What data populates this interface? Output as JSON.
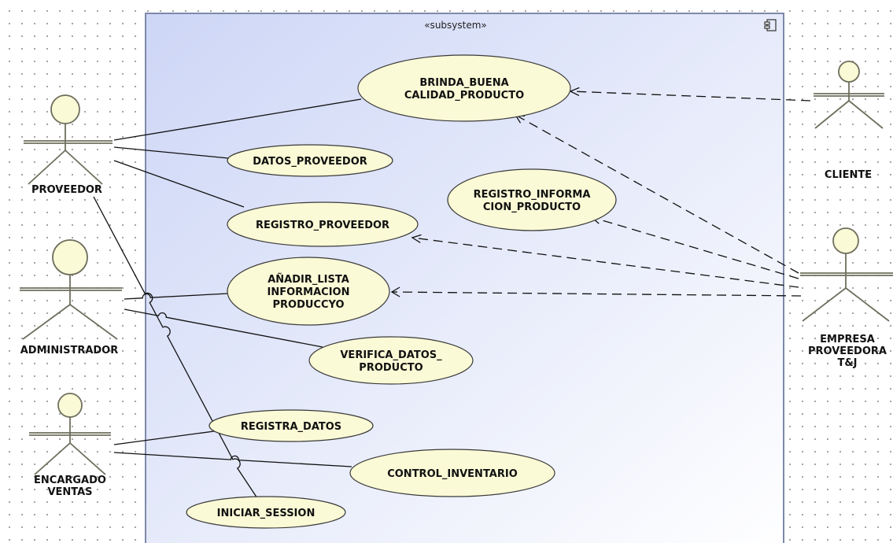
{
  "subsystem": {
    "stereotype": "«subsystem»",
    "icon": "component-icon"
  },
  "actors": [
    {
      "id": "proveedor",
      "lines": [
        "PROVEEDOR"
      ]
    },
    {
      "id": "administrador",
      "lines": [
        "ADMINISTRADOR"
      ]
    },
    {
      "id": "encargado",
      "lines": [
        "ENCARGADO",
        "VENTAS"
      ]
    },
    {
      "id": "cliente",
      "lines": [
        "CLIENTE"
      ]
    },
    {
      "id": "empresa",
      "lines": [
        "EMPRESA",
        "PROVEEDORA",
        "T&J"
      ]
    }
  ],
  "use_cases": [
    {
      "id": "brinda",
      "lines": [
        "BRINDA_BUENA",
        "CALIDAD_PRODUCTO"
      ]
    },
    {
      "id": "datos_prov",
      "lines": [
        "DATOS_PROVEEDOR"
      ]
    },
    {
      "id": "registro_info",
      "lines": [
        "REGISTRO_INFORMA",
        "CION_PRODUCTO"
      ]
    },
    {
      "id": "registro_prov",
      "lines": [
        "REGISTRO_PROVEEDOR"
      ]
    },
    {
      "id": "anadir",
      "lines": [
        "AÑADIR_LISTA",
        "INFORMACION",
        "PRODUCCYO"
      ]
    },
    {
      "id": "verifica",
      "lines": [
        "VERIFICA_DATOS_",
        "PRODUCTO"
      ]
    },
    {
      "id": "registra_datos",
      "lines": [
        "REGISTRA_DATOS"
      ]
    },
    {
      "id": "control",
      "lines": [
        "CONTROL_INVENTARIO"
      ]
    },
    {
      "id": "iniciar",
      "lines": [
        "INICIAR_SESSION"
      ]
    }
  ],
  "associations": [
    {
      "from": "proveedor",
      "to": "brinda",
      "style": "solid"
    },
    {
      "from": "proveedor",
      "to": "datos_prov",
      "style": "solid"
    },
    {
      "from": "proveedor",
      "to": "registro_prov",
      "style": "solid"
    },
    {
      "from": "proveedor",
      "to": "iniciar",
      "style": "solid"
    },
    {
      "from": "administrador",
      "to": "anadir",
      "style": "solid"
    },
    {
      "from": "administrador",
      "to": "verifica",
      "style": "solid"
    },
    {
      "from": "encargado",
      "to": "registra_datos",
      "style": "solid"
    },
    {
      "from": "encargado",
      "to": "control",
      "style": "solid"
    },
    {
      "from": "cliente",
      "to": "brinda",
      "style": "dashed-arrow"
    },
    {
      "from": "empresa",
      "to": "brinda",
      "style": "dashed-arrow"
    },
    {
      "from": "empresa",
      "to": "registro_info",
      "style": "dashed-arrow"
    },
    {
      "from": "empresa",
      "to": "registro_prov",
      "style": "dashed-arrow"
    },
    {
      "from": "empresa",
      "to": "anadir",
      "style": "dashed-arrow"
    }
  ],
  "colors": {
    "subsystem_gradient_start": "#cdd6f6",
    "subsystem_gradient_end": "#ffffff",
    "subsystem_border": "#7d89a8",
    "usecase_fill": "#fbfad6",
    "usecase_stroke": "#3a3a3a",
    "actor_fill": "#fbfad6",
    "actor_stroke": "#6f6f5e",
    "line": "#111111"
  }
}
